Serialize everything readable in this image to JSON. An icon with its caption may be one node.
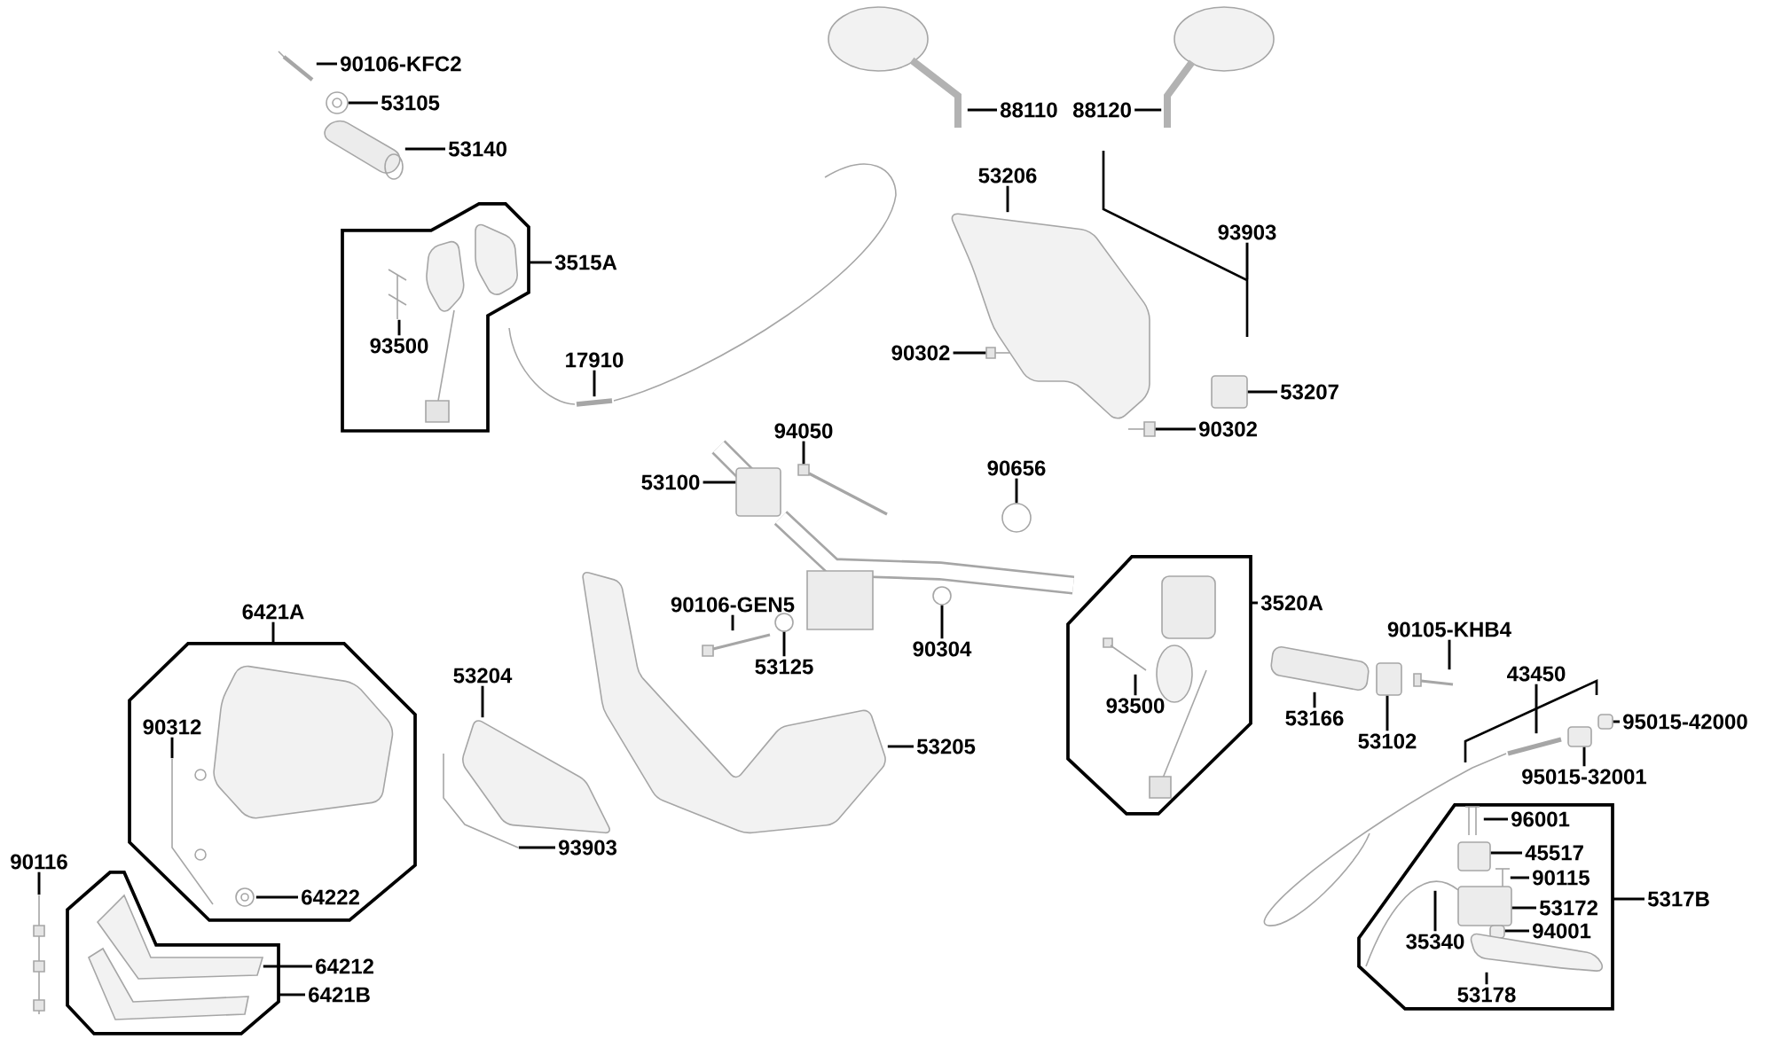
{
  "diagram": {
    "nodes": [
      {
        "text": [],
        "shape": "octagon"
      },
      {
        "text": [
          "3515A"
        ]
      },
      {
        "text": [
          "93500"
        ],
        "in": 0
      },
      {
        "text": [
          "90106-KFC2"
        ]
      },
      {
        "text": [
          "53105"
        ]
      },
      {
        "text": [
          "53140"
        ]
      },
      {
        "text": [
          "17910"
        ]
      },
      {
        "text": [
          "88110"
        ]
      },
      {
        "text": [
          "88120"
        ]
      },
      {
        "text": [
          "53206"
        ]
      },
      {
        "text": [
          "93903"
        ]
      },
      {
        "text": [
          "90302"
        ]
      },
      {
        "text": [
          "53207"
        ]
      },
      {
        "text": [
          "90302"
        ]
      },
      {
        "text": [
          "94050"
        ]
      },
      {
        "text": [
          "53100"
        ]
      },
      {
        "text": [
          "90656"
        ]
      },
      {
        "text": [
          "3520A"
        ]
      },
      {
        "text": [],
        "shape": "octagon"
      },
      {
        "text": [
          "93500"
        ],
        "in": 18
      },
      {
        "text": [
          "53166"
        ]
      },
      {
        "text": [
          "53102"
        ]
      },
      {
        "text": [
          "90105-KHB4"
        ]
      },
      {
        "text": [
          "43450"
        ]
      },
      {
        "text": [
          "95015-42000"
        ]
      },
      {
        "text": [
          "95015-32001"
        ]
      },
      {
        "text": [],
        "shape": "octagon"
      },
      {
        "text": [
          "5317B"
        ]
      },
      {
        "text": [
          "96001"
        ],
        "in": 26
      },
      {
        "text": [
          "45517"
        ],
        "in": 26
      },
      {
        "text": [
          "90115"
        ],
        "in": 26
      },
      {
        "text": [
          "53172"
        ],
        "in": 26
      },
      {
        "text": [
          "94001"
        ],
        "in": 26
      },
      {
        "text": [
          "35340"
        ],
        "in": 26
      },
      {
        "text": [
          "53178"
        ],
        "in": 26
      },
      {
        "text": [],
        "shape": "octagon"
      },
      {
        "text": [
          "6421A"
        ]
      },
      {
        "text": [
          "90312"
        ],
        "in": 35
      },
      {
        "text": [
          "64222"
        ],
        "in": 35
      },
      {
        "text": [],
        "shape": "octagon"
      },
      {
        "text": [
          "64212"
        ]
      },
      {
        "text": [
          "6421B"
        ]
      },
      {
        "text": [
          "90116"
        ]
      },
      {
        "text": [
          "53204"
        ]
      },
      {
        "text": [
          "93903"
        ]
      },
      {
        "text": [
          "90106-GEN5"
        ]
      },
      {
        "text": [
          "53125"
        ]
      },
      {
        "text": [
          "90304"
        ]
      },
      {
        "text": [
          "53205"
        ]
      },
      {
        "text": [],
        "shape": "picture",
        "in": 0
      },
      {
        "text": [],
        "shape": "picture"
      },
      {
        "text": [],
        "shape": "picture"
      },
      {
        "text": [],
        "shape": "picture"
      },
      {
        "text": [],
        "shape": "picture"
      },
      {
        "text": [],
        "shape": "picture"
      },
      {
        "text": [],
        "shape": "picture"
      },
      {
        "text": [],
        "shape": "picture"
      },
      {
        "text": [],
        "shape": "picture"
      },
      {
        "text": [],
        "shape": "picture"
      },
      {
        "text": [],
        "shape": "box"
      },
      {
        "text": [],
        "shape": "picture"
      },
      {
        "text": [],
        "shape": "picture"
      },
      {
        "text": [],
        "shape": "box"
      },
      {
        "text": [],
        "shape": "circle"
      },
      {
        "text": [],
        "shape": "picture",
        "in": 18
      },
      {
        "text": [],
        "shape": "picture"
      },
      {
        "text": [],
        "shape": "box"
      },
      {
        "text": [],
        "shape": "picture"
      },
      {
        "text": [],
        "shape": "picture"
      },
      {
        "text": [],
        "shape": "box"
      },
      {
        "text": [],
        "shape": "box"
      },
      {
        "text": [],
        "shape": "picture",
        "in": 26
      },
      {
        "text": [],
        "shape": "box",
        "in": 26
      },
      {
        "text": [],
        "shape": "picture",
        "in": 26
      },
      {
        "text": [],
        "shape": "box",
        "in": 26
      },
      {
        "text": [],
        "shape": "box",
        "in": 26
      },
      {
        "text": [],
        "shape": "picture",
        "in": 26
      },
      {
        "text": [],
        "shape": "picture",
        "in": 26
      },
      {
        "text": [],
        "shape": "picture",
        "in": 35
      },
      {
        "text": [],
        "shape": "picture",
        "in": 35
      },
      {
        "text": [],
        "shape": "picture",
        "in": 39
      },
      {
        "text": [],
        "shape": "picture"
      },
      {
        "text": [],
        "shape": "picture"
      },
      {
        "text": [],
        "shape": "picture"
      },
      {
        "text": [],
        "shape": "picture"
      },
      {
        "text": [],
        "shape": "circle"
      },
      {
        "text": [],
        "shape": "circle"
      },
      {
        "text": [],
        "shape": "picture"
      }
    ],
    "edges": [
      {
        "from": 1,
        "to": 0,
        "arrow": "none"
      },
      {
        "from": 2,
        "to": 49,
        "arrow": "none"
      },
      {
        "from": 3,
        "to": 50,
        "arrow": "none"
      },
      {
        "from": 4,
        "to": 51,
        "arrow": "none"
      },
      {
        "from": 5,
        "to": 52,
        "arrow": "none"
      },
      {
        "from": 6,
        "to": 53,
        "arrow": "none"
      },
      {
        "from": 7,
        "to": 54,
        "arrow": "none"
      },
      {
        "from": 8,
        "to": 55,
        "arrow": "none"
      },
      {
        "from": 9,
        "to": 56,
        "arrow": "none"
      },
      {
        "from": 10,
        "to": 57,
        "arrow": "none"
      },
      {
        "from": 11,
        "to": 58,
        "arrow": "none"
      },
      {
        "from": 12,
        "to": 59,
        "arrow": "none"
      },
      {
        "from": 13,
        "to": 60,
        "arrow": "none"
      },
      {
        "from": 14,
        "to": 61,
        "arrow": "none"
      },
      {
        "from": 15,
        "to": 62,
        "arrow": "none"
      },
      {
        "from": 16,
        "to": 63,
        "arrow": "none"
      },
      {
        "from": 17,
        "to": 18,
        "arrow": "none"
      },
      {
        "from": 19,
        "to": 64,
        "arrow": "none"
      },
      {
        "from": 20,
        "to": 65,
        "arrow": "none"
      },
      {
        "from": 21,
        "to": 66,
        "arrow": "none"
      },
      {
        "from": 22,
        "to": 67,
        "arrow": "none"
      },
      {
        "from": 23,
        "to": 68,
        "arrow": "none"
      },
      {
        "from": 24,
        "to": 69,
        "arrow": "none"
      },
      {
        "from": 25,
        "to": 70,
        "arrow": "none"
      },
      {
        "from": 27,
        "to": 26,
        "arrow": "none"
      },
      {
        "from": 28,
        "to": 71,
        "arrow": "none"
      },
      {
        "from": 29,
        "to": 72,
        "arrow": "none"
      },
      {
        "from": 30,
        "to": 73,
        "arrow": "none"
      },
      {
        "from": 31,
        "to": 74,
        "arrow": "none"
      },
      {
        "from": 32,
        "to": 75,
        "arrow": "none"
      },
      {
        "from": 33,
        "to": 76,
        "arrow": "none"
      },
      {
        "from": 34,
        "to": 77,
        "arrow": "none"
      },
      {
        "from": 36,
        "to": 35,
        "arrow": "none"
      },
      {
        "from": 37,
        "to": 78,
        "arrow": "none"
      },
      {
        "from": 38,
        "to": 79,
        "arrow": "none"
      },
      {
        "from": 40,
        "to": 80,
        "arrow": "none"
      },
      {
        "from": 41,
        "to": 39,
        "arrow": "none"
      },
      {
        "from": 42,
        "to": 81,
        "arrow": "none"
      },
      {
        "from": 43,
        "to": 82,
        "arrow": "none"
      },
      {
        "from": 44,
        "to": 83,
        "arrow": "none"
      },
      {
        "from": 45,
        "to": 84,
        "arrow": "none"
      },
      {
        "from": 46,
        "to": 85,
        "arrow": "none"
      },
      {
        "from": 47,
        "to": 86,
        "arrow": "none"
      },
      {
        "from": 48,
        "to": 87,
        "arrow": "none"
      }
    ]
  }
}
